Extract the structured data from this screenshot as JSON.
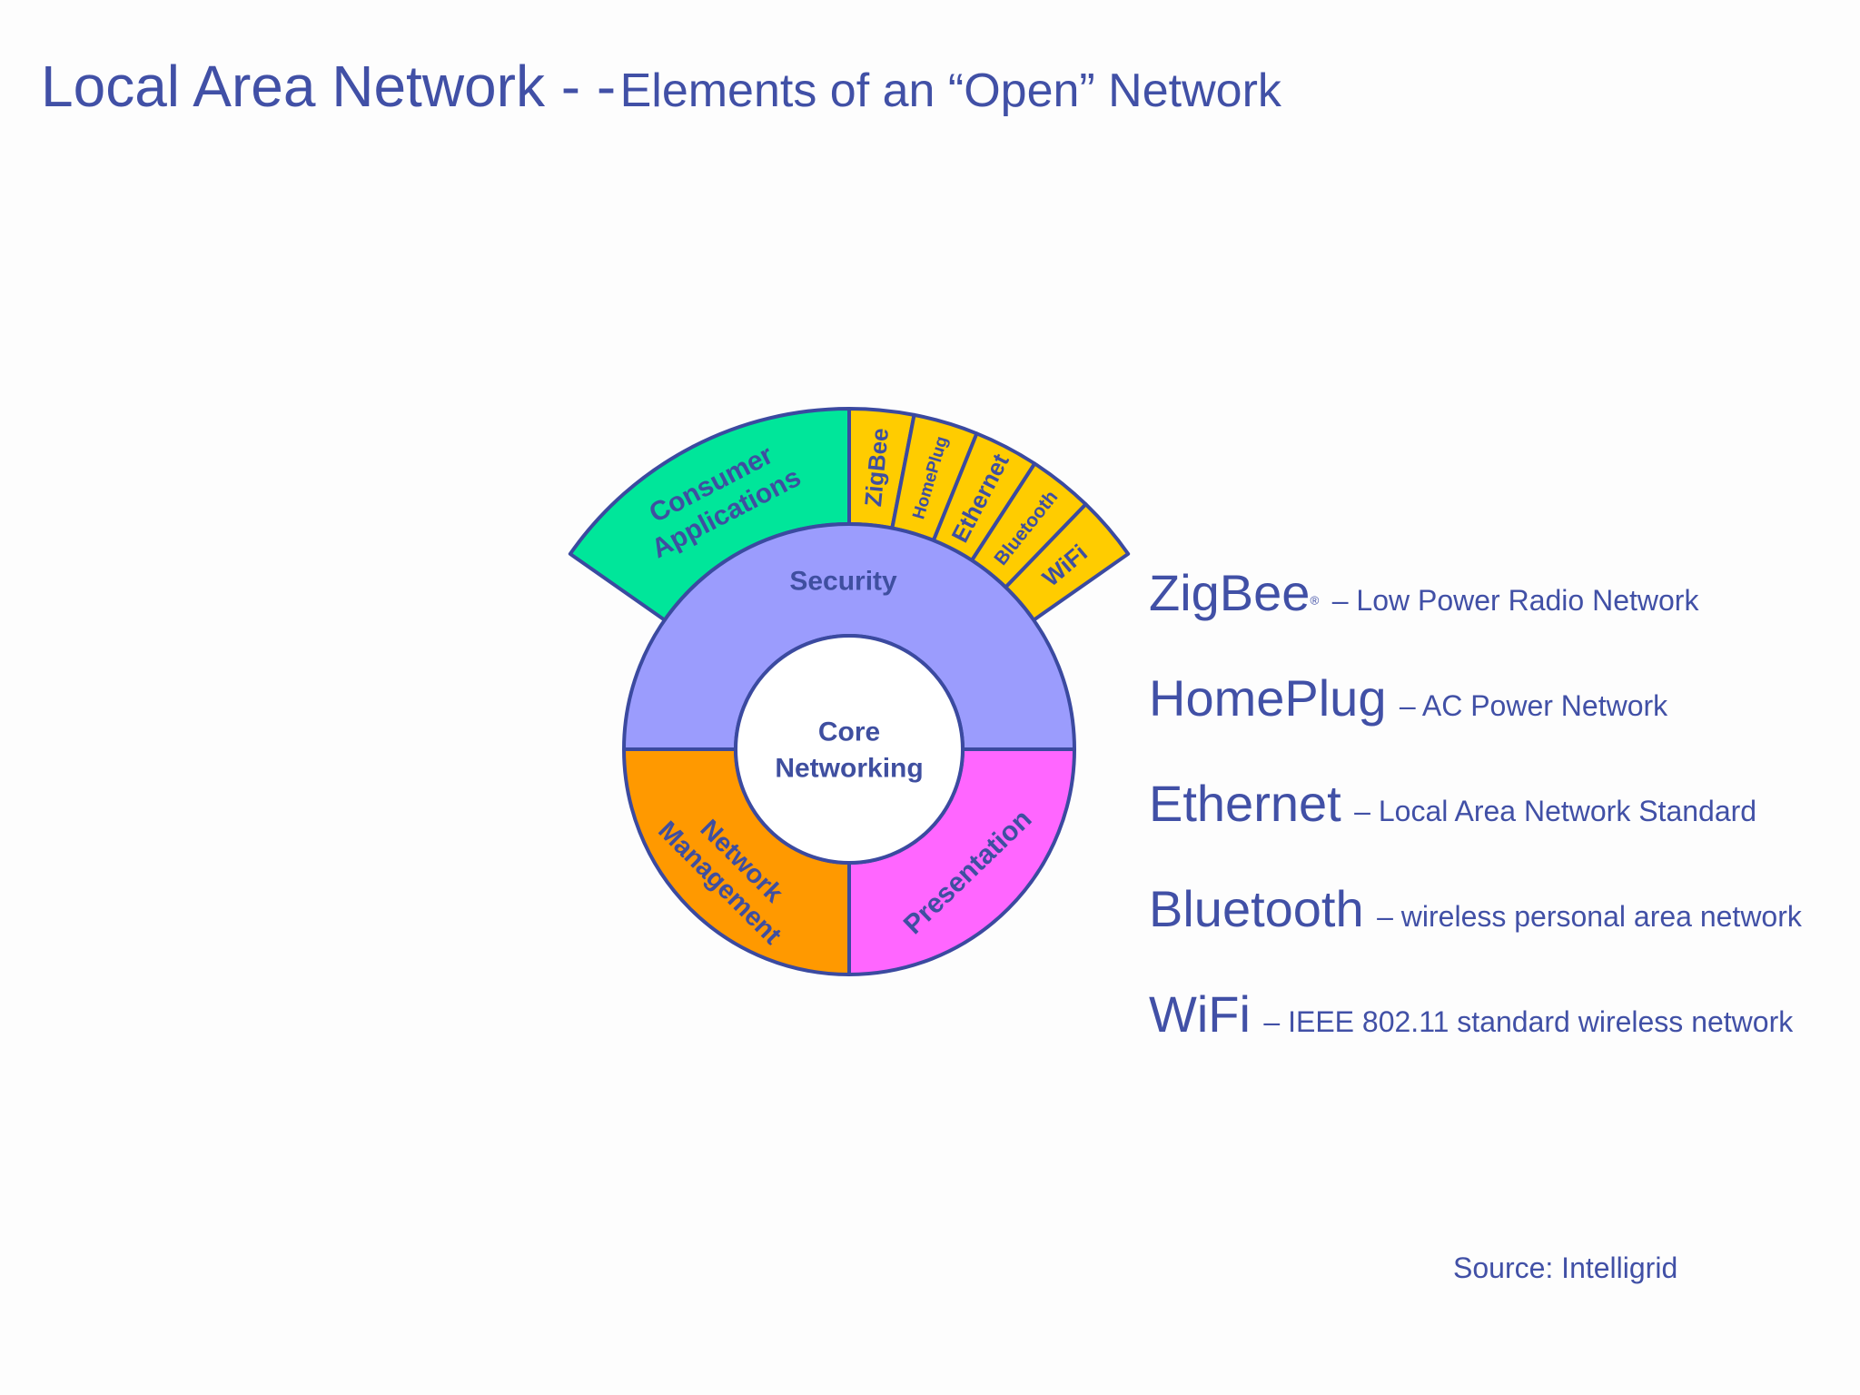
{
  "title": {
    "main": "Local Area Network - -",
    "sub": "Elements of an “Open” Network"
  },
  "diagram": {
    "core": [
      "Core",
      "Networking"
    ],
    "security": "Security",
    "network_management": [
      "Network",
      "Management"
    ],
    "presentation": "Presentation",
    "consumer_applications": [
      "Consumer",
      "Applications"
    ],
    "protocols": [
      "ZigBee",
      "HomePlug",
      "Ethernet",
      "Bluetooth",
      "WiFi"
    ],
    "colors": {
      "outline": "#3b4aa0",
      "security": "#9b9cfd",
      "network_management": "#ff9900",
      "presentation": "#ff66ff",
      "consumer_applications": "#00e69a",
      "protocols": "#ffcc00",
      "core": "#ffffff"
    }
  },
  "legend": [
    {
      "term": "ZigBee",
      "mark": "®",
      "desc": "– Low Power Radio Network"
    },
    {
      "term": "HomePlug",
      "mark": "",
      "desc": "– AC Power Network"
    },
    {
      "term": "Ethernet",
      "mark": "",
      "desc": "– Local Area Network Standard"
    },
    {
      "term": "Bluetooth",
      "mark": "",
      "desc": "– wireless personal area network"
    },
    {
      "term": "WiFi",
      "mark": "",
      "desc": "– IEEE 802.11 standard wireless network"
    }
  ],
  "source": "Source: Intelligrid"
}
